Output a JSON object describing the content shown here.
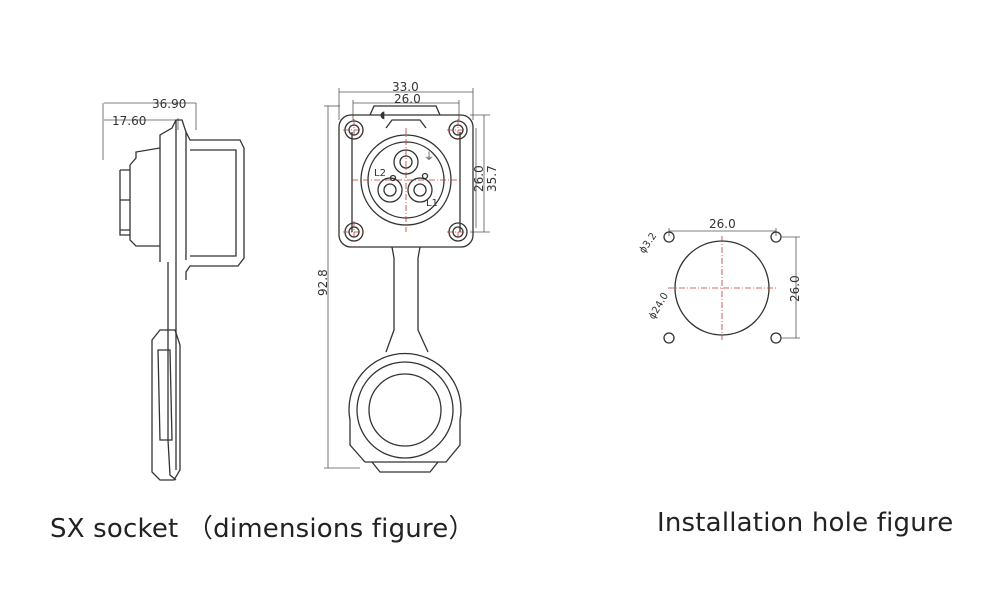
{
  "side_view": {
    "dim_overall": "36.90",
    "dim_flange": "17.60"
  },
  "front_view": {
    "dim_width_outer": "33.0",
    "dim_width_inner": "26.0",
    "dim_height_inner": "26.0",
    "dim_height_outer": "35.7",
    "dim_total_length": "92.8",
    "pin_l1": "L1",
    "pin_l2": "L2",
    "pin_ground": "⏚"
  },
  "hole_view": {
    "dim_horizontal": "26.0",
    "dim_vertical": "26.0",
    "dim_small_hole": "ϕ3.2",
    "dim_center_hole": "ϕ24.0"
  },
  "captions": {
    "left": "SX socket （dimensions figure）",
    "right": "Installation hole figure"
  }
}
